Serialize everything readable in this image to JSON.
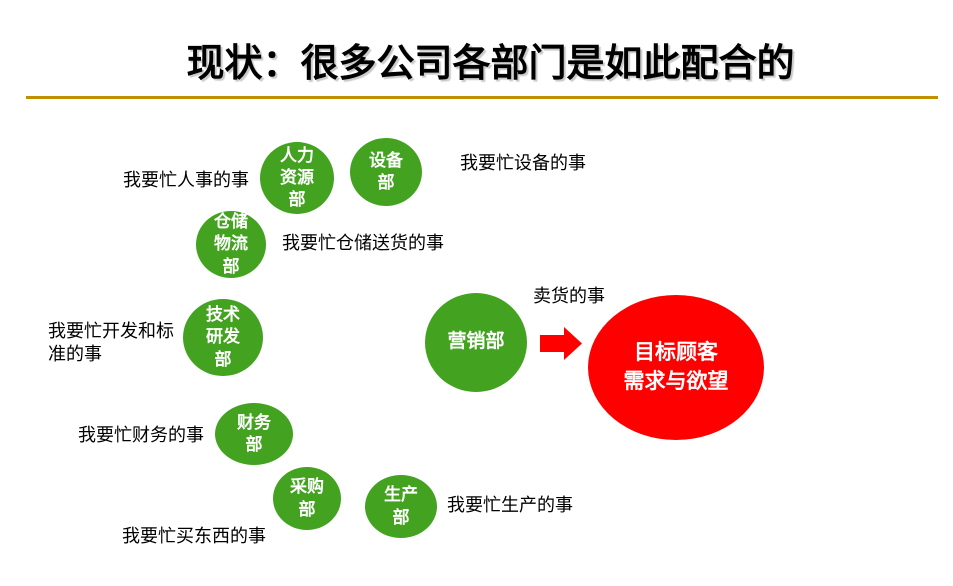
{
  "title": "现状：很多公司各部门是如此配合的",
  "colors": {
    "accent_line": "#BF9000",
    "department_green": "#43A321",
    "target_red": "#FE0000",
    "text": "#000000"
  },
  "departments": [
    {
      "name": "hr",
      "label": "人力\n资源\n部"
    },
    {
      "name": "equipment",
      "label": "设备\n部"
    },
    {
      "name": "warehouse",
      "label": "仓储\n物流\n部"
    },
    {
      "name": "tech",
      "label": "技术\n研发\n部"
    },
    {
      "name": "finance",
      "label": "财务\n部"
    },
    {
      "name": "purchasing",
      "label": "采购\n部"
    },
    {
      "name": "production",
      "label": "生产\n部"
    },
    {
      "name": "marketing",
      "label": "营销部"
    }
  ],
  "labels": [
    {
      "name": "hr-note",
      "text": "我要忙人事的事"
    },
    {
      "name": "equipment-note",
      "text": "我要忙设备的事"
    },
    {
      "name": "warehouse-note",
      "text": "我要忙仓储送货的事"
    },
    {
      "name": "tech-note",
      "text": "我要忙开发和标\n准的事"
    },
    {
      "name": "finance-note",
      "text": "我要忙财务的事"
    },
    {
      "name": "production-note",
      "text": "我要忙生产的事"
    },
    {
      "name": "purchasing-note",
      "text": "我要忙买东西的事"
    },
    {
      "name": "selling-note",
      "text": "卖货的事"
    }
  ],
  "target": {
    "label": "目标顾客\n需求与欲望"
  }
}
